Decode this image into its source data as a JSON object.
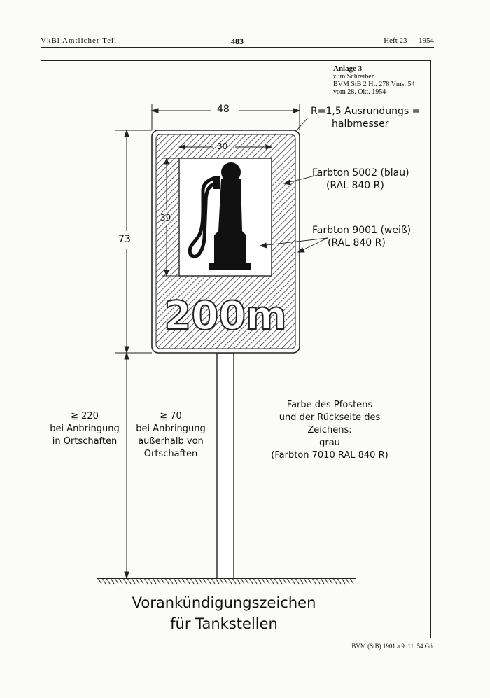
{
  "header": {
    "left": "VkBl Amtlicher Teil",
    "page_number": "483",
    "right": "Heft 23 — 1954"
  },
  "anlage": {
    "title": "Anlage 3",
    "line1": "zum Schreiben",
    "line2": "BVM StB 2 Ht. 278 Vms. 54",
    "line3": "vom 28. Okt. 1954"
  },
  "dimensions": {
    "width": "48",
    "inner_width": "30",
    "inner_height": "39",
    "total_height": "73",
    "radius_line1": "R=1,5 Ausrundungs =",
    "radius_line2": "halbmesser"
  },
  "colors": {
    "blue_label1": "Farbton 5002 (blau)",
    "blue_label2": "(RAL 840 R)",
    "white_label1": "Farbton 9001 (weiß)",
    "white_label2": "(RAL 840 R)"
  },
  "sign": {
    "distance": "200m",
    "icon": "fuel-pump-icon"
  },
  "mounting": {
    "inside_value": "≧ 220",
    "inside_line1": "bei Anbringung",
    "inside_line2": "in Ortschaften",
    "outside_value": "≧ 70",
    "outside_line1": "bei Anbringung",
    "outside_line2": "außerhalb von",
    "outside_line3": "Ortschaften"
  },
  "post": {
    "line1": "Farbe des Pfostens",
    "line2": "und der Rückseite des",
    "line3": "Zeichens:",
    "line4": "grau",
    "line5": "(Farbton 7010 RAL 840 R)"
  },
  "title": {
    "line1": "Vorankündigungszeichen",
    "line2": "für Tankstellen"
  },
  "footer": "BVM (StB) 1901 a 9. 11. 54 Gö."
}
